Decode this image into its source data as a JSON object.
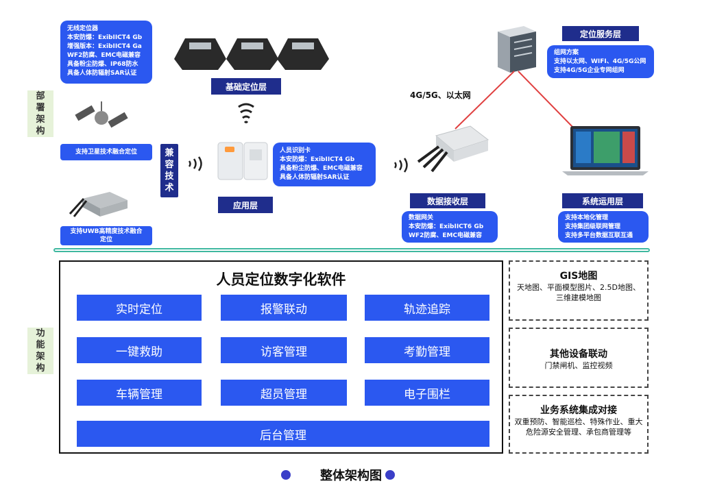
{
  "side_labels": {
    "deploy": "部\n署\n架\n构",
    "function": "功\n能\n架\n构",
    "compat": "兼\n容\n技\n术"
  },
  "layers": {
    "base": "基础定位层",
    "app": "应用层",
    "data_receive": "数据接收层",
    "location_service": "定位服务层",
    "system_app": "系统运用层"
  },
  "boxes": {
    "wireless_locator": [
      "无线定位器",
      "本安防爆：ExibIICT4 Gb",
      "增强版本：ExibIICT4 Ga",
      "WF2防腐、EMC电磁兼容",
      "具备粉尘防爆、IP68防水",
      "具备人体防辐射SAR认证"
    ],
    "id_card": [
      "人员识别卡",
      "本安防爆：ExibIICT4 Gb",
      "具备粉尘防爆、EMC电磁兼容",
      "具备人体防辐射SAR认证"
    ],
    "data_gateway": [
      "数据网关",
      "本安防爆：ExibIICT6 Gb",
      "WF2防腐、EMC电磁兼容"
    ],
    "network": [
      "组网方案",
      "支持以太网、WIFI、4G/5G公网",
      "支持4G/5G企业专网组网"
    ],
    "system_mgmt": [
      "支持本地化管理",
      "支持集团级联网管理",
      "支持多平台数据互联互通"
    ]
  },
  "captions": {
    "satellite": "支持卫星技术融合定位",
    "uwb": "支持UWB高精度技术融合定位",
    "network_link": "4G/5G、以太网"
  },
  "software": {
    "title": "人员定位数字化软件",
    "modules": [
      "实时定位",
      "报警联动",
      "轨迹追踪",
      "一键救助",
      "访客管理",
      "考勤管理",
      "车辆管理",
      "超员管理",
      "电子围栏"
    ],
    "backend": "后台管理"
  },
  "side_panels": [
    {
      "title": "GIS地图",
      "body": "天地图、平面模型图片、2.5D地图、三维建模地图"
    },
    {
      "title": "其他设备联动",
      "body": "门禁闸机、监控视频"
    },
    {
      "title": "业务系统集成对接",
      "body": "双重预防、智能巡检、特殊作业、重大危险源安全管理、承包商管理等"
    }
  ],
  "footer": "整体架构图",
  "colors": {
    "accent_blue": "#2b58f0",
    "navy": "#1f2d8c",
    "divider": "#3fb8a0",
    "link_red": "#e04040"
  }
}
